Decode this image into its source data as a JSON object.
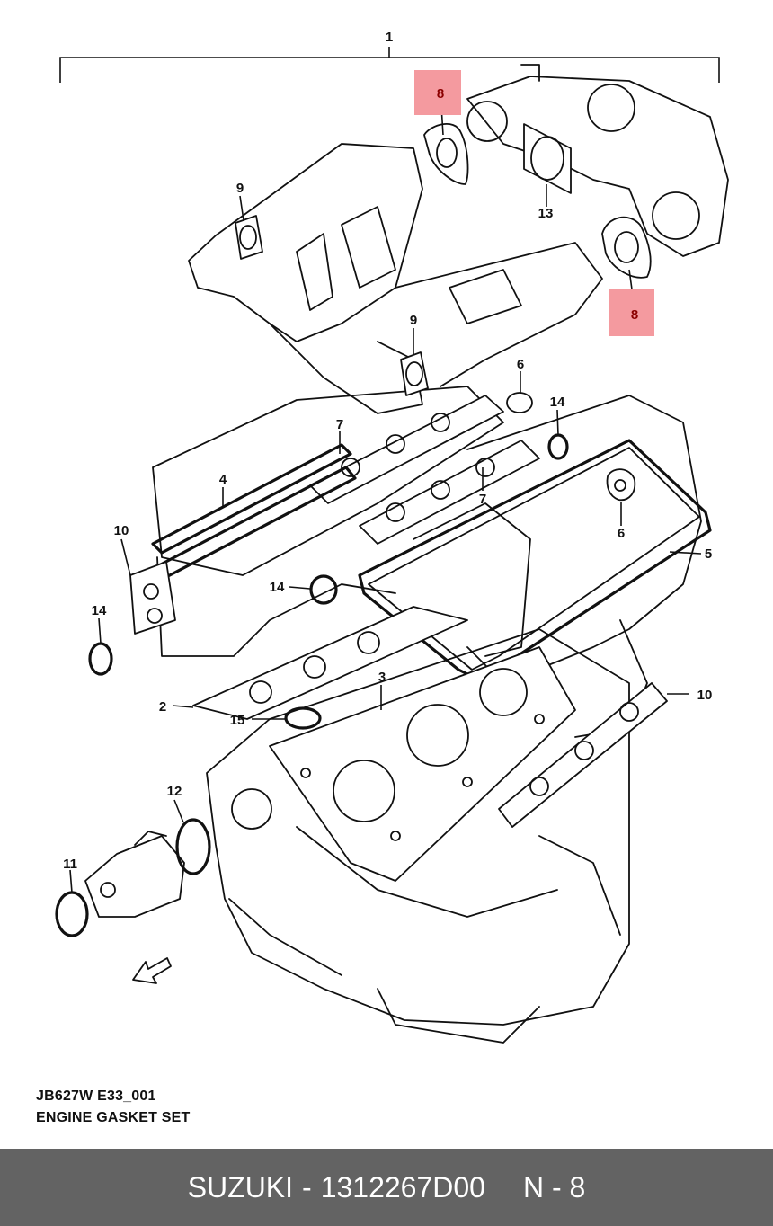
{
  "diagram": {
    "callouts": [
      "1",
      "2",
      "3",
      "4",
      "5",
      "6",
      "6",
      "7",
      "7",
      "8",
      "8",
      "9",
      "9",
      "10",
      "10",
      "11",
      "12",
      "13",
      "14",
      "14",
      "14",
      "15"
    ],
    "highlighted_part": "8"
  },
  "caption": {
    "code": "JB627W E33_001",
    "title": "ENGINE GASKET SET"
  },
  "footer": {
    "brand": "SUZUKI",
    "separator": "-",
    "part_number": "1312267D00",
    "ref": "N - 8"
  },
  "colors": {
    "highlight": "#f49a9f",
    "highlight_text": "#8b0000",
    "footer_bg": "#636363",
    "footer_text": "#ffffff"
  }
}
